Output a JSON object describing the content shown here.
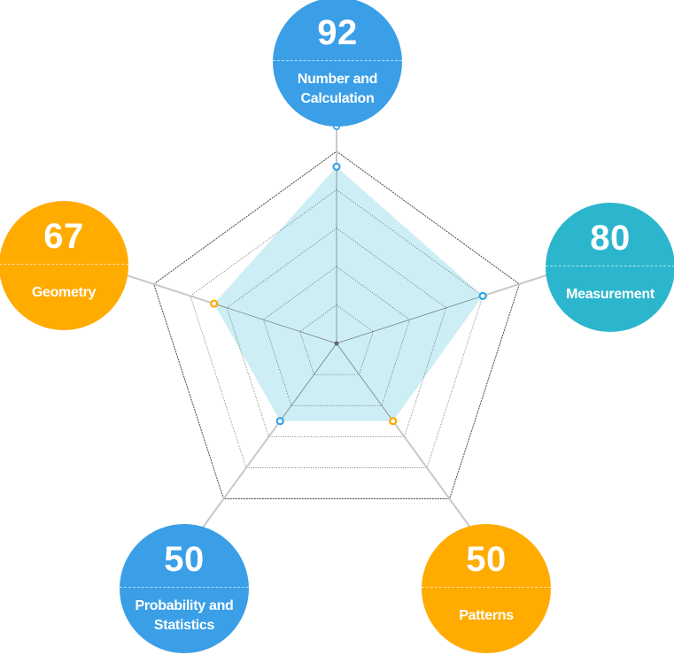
{
  "chart_data": {
    "type": "radar",
    "max": 100,
    "rings": 5,
    "axes": [
      {
        "label": "Number and Calculation",
        "value": 92,
        "color": "#3a9fe6",
        "marker_color": "#3a9fe6"
      },
      {
        "label": "Measurement",
        "value": 80,
        "color": "#2cb6cd",
        "marker_color": "#2ca8e0"
      },
      {
        "label": "Patterns",
        "value": 50,
        "color": "#ffab00",
        "marker_color": "#ffa800"
      },
      {
        "label": "Probability and Statistics",
        "value": 50,
        "color": "#3a9fe6",
        "marker_color": "#3a9fe6"
      },
      {
        "label": "Geometry",
        "value": 67,
        "color": "#ffab00",
        "marker_color": "#ffa800"
      }
    ],
    "fill_color": "#cdeef5",
    "grid_color": "#333333",
    "spoke_color": "#c8c8c8"
  }
}
